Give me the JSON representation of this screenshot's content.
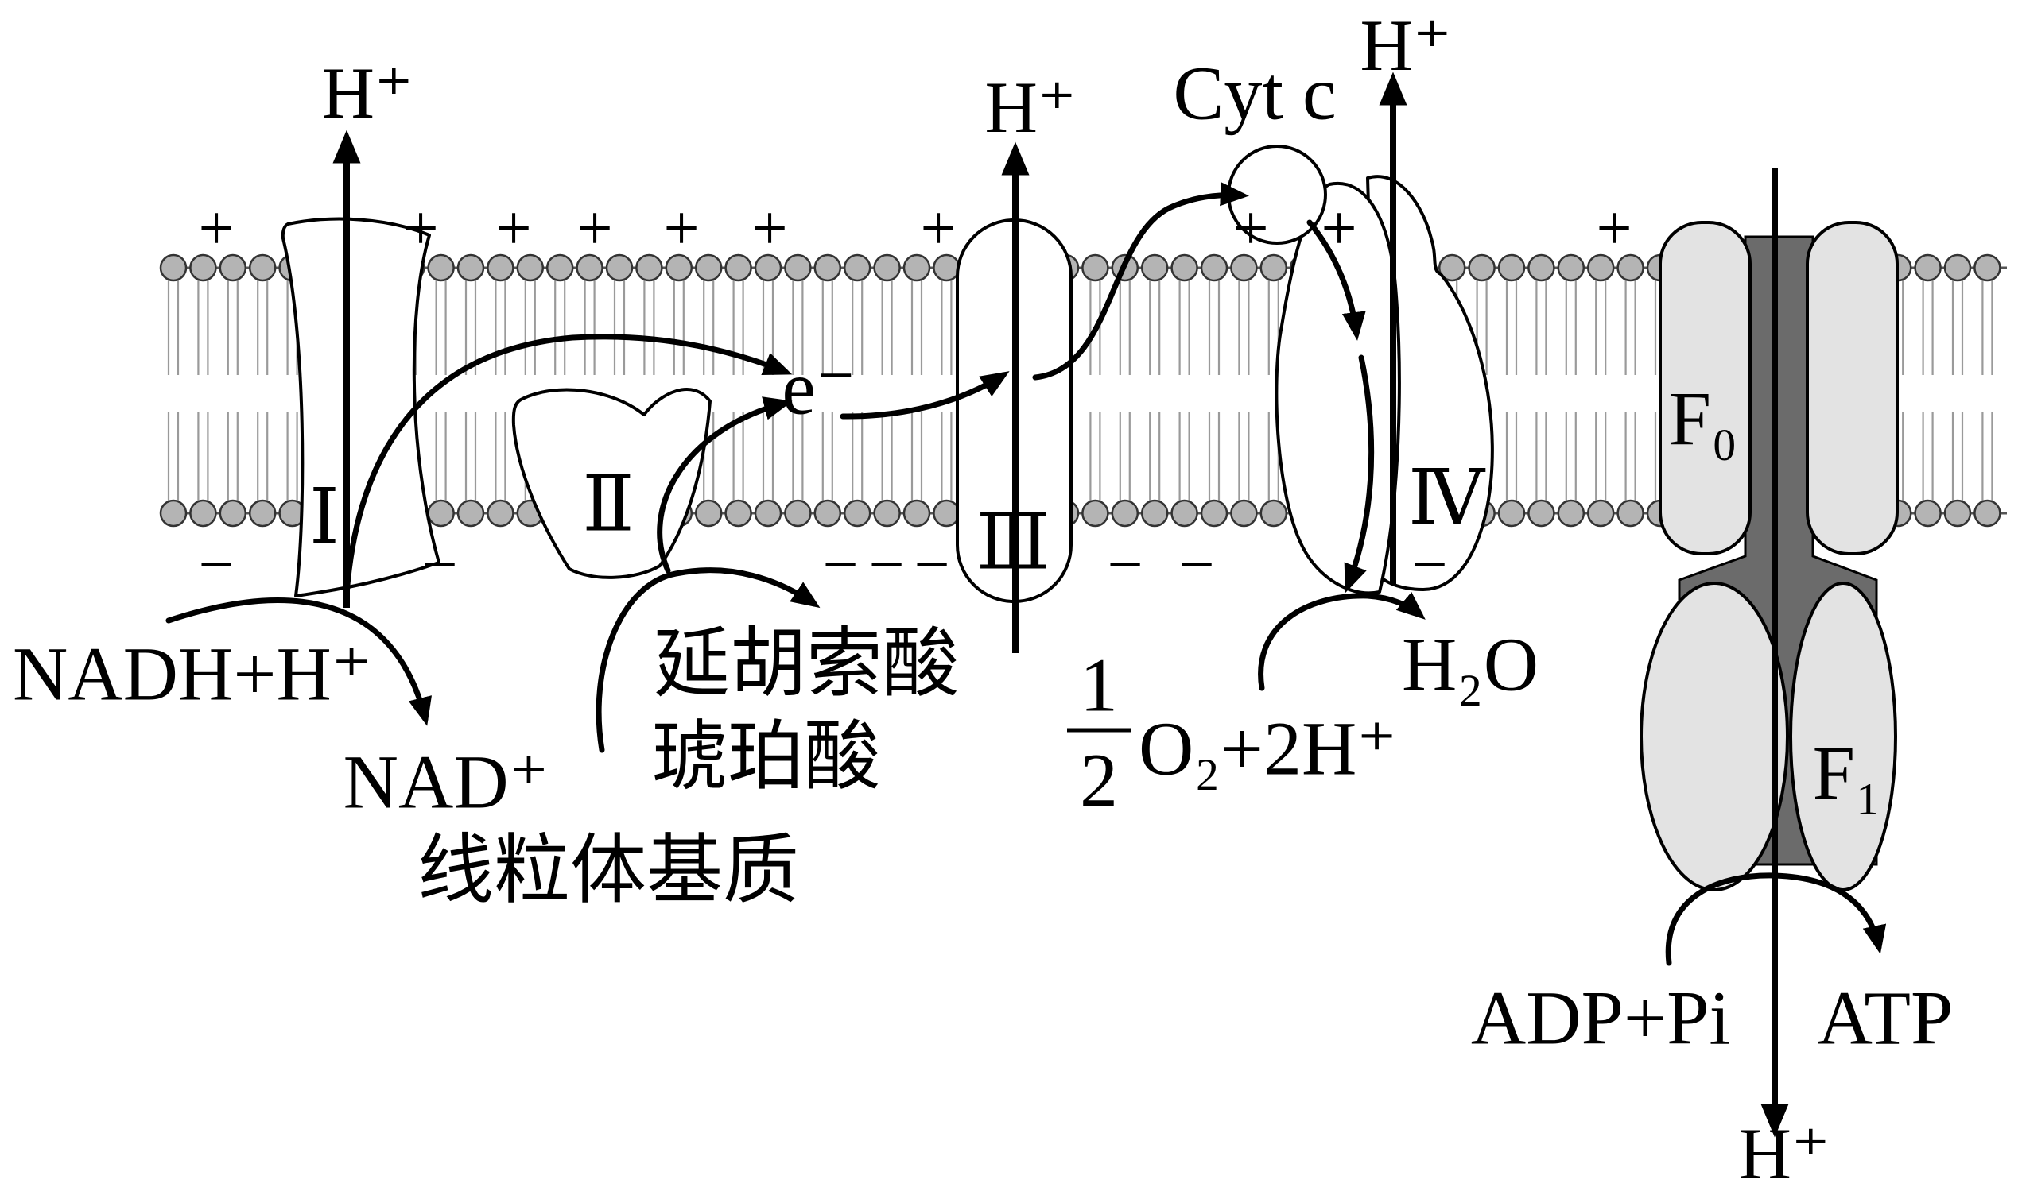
{
  "membrane": {
    "outer_charge": "+",
    "inner_charge": "−",
    "matrix_label": "线粒体基质"
  },
  "complex_1": {
    "label": "Ⅰ",
    "proton": "H⁺"
  },
  "complex_2": {
    "label": "Ⅱ"
  },
  "complex_3": {
    "label": "Ⅲ",
    "proton": "H⁺"
  },
  "complex_4": {
    "label": "Ⅳ",
    "proton": "H⁺"
  },
  "electron": "e⁻",
  "cytochrome_c": "Cyt c",
  "nadh": {
    "substrate": "NADH+H⁺",
    "product": "NAD⁺"
  },
  "succinate": {
    "substrate": "琥珀酸",
    "product": "延胡索酸"
  },
  "oxygen": {
    "coefficient_numerator": "1",
    "coefficient_denominator": "2",
    "reactants": "O₂+2H⁺",
    "product": "H₂O"
  },
  "atp_synthase": {
    "f0_label": "F₀",
    "f1_label": "F₁",
    "substrate": "ADP+Pi",
    "product": "ATP",
    "proton": "H⁺"
  },
  "colors": {
    "lipid_head": "#b4b4b4",
    "subunit_fill": "#e3e3e3",
    "stalk": "#6b6b6b",
    "protein_fill": "#ffffff"
  }
}
